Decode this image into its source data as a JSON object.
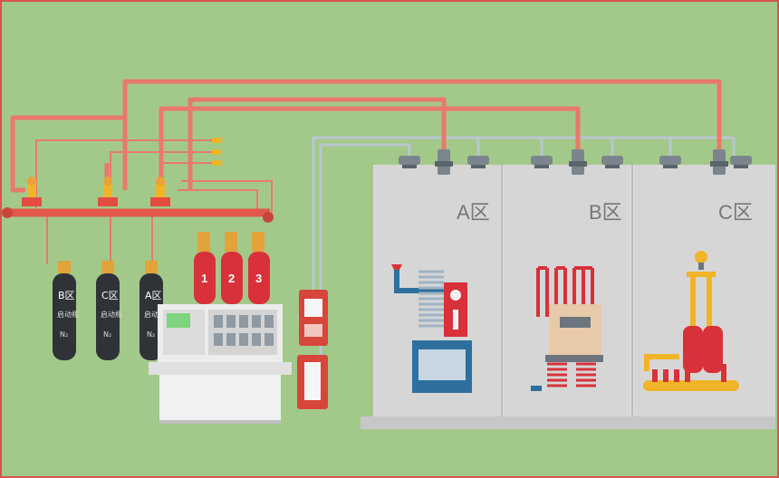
{
  "zones": [
    {
      "label": "A区"
    },
    {
      "label": "B区"
    },
    {
      "label": "C区"
    }
  ],
  "start_cylinders": [
    {
      "zone_label": "B区",
      "gas_label": "启动瓶",
      "gas_formula": "N₂"
    },
    {
      "zone_label": "C区",
      "gas_label": "启动瓶",
      "gas_formula": "N₂"
    },
    {
      "zone_label": "A区",
      "gas_label": "启动瓶",
      "gas_formula": "N₂"
    }
  ],
  "agent_cylinders": [
    {
      "number": "1"
    },
    {
      "number": "2"
    },
    {
      "number": "3"
    }
  ],
  "colors": {
    "background": "#a3c98a",
    "pipe": "#e8796b",
    "signal": "#b9c6cf",
    "agent_cylinder": "#d9313a",
    "start_cylinder": "#2f3337",
    "room_wall": "#d8d8d8",
    "frame": "#d9534f"
  }
}
